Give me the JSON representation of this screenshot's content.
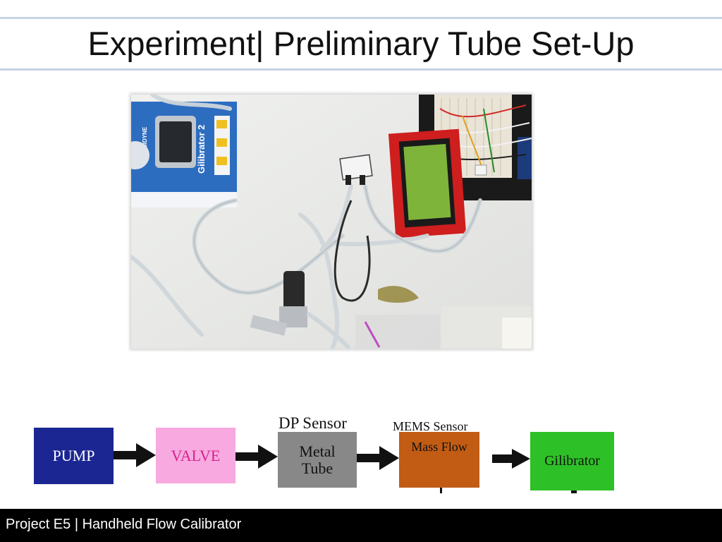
{
  "slide": {
    "title": "Experiment| Preliminary Tube Set-Up"
  },
  "photo": {
    "device_brand": "SENSIDYNE",
    "device_name": "Gilibrator 2"
  },
  "diagram": {
    "pump": "PUMP",
    "valve": "VALVE",
    "dp_sensor_label": "DP Sensor",
    "metal_tube_line1": "Metal",
    "metal_tube_line2": "Tube",
    "mems_sensor_label": "MEMS Sensor",
    "mass_flow": "Mass Flow",
    "gilibrator": "Gilibrator"
  },
  "footer": {
    "text": "Project E5 | Handheld Flow Calibrator"
  },
  "colors": {
    "pump": "#1b2693",
    "valve": "#f8a9df",
    "valve_text": "#d3238f",
    "metal_tube": "#888888",
    "mass_flow": "#c25c14",
    "gilibrator": "#2ec027",
    "rule": "#c7d4e2",
    "footer_bg": "#000000"
  }
}
